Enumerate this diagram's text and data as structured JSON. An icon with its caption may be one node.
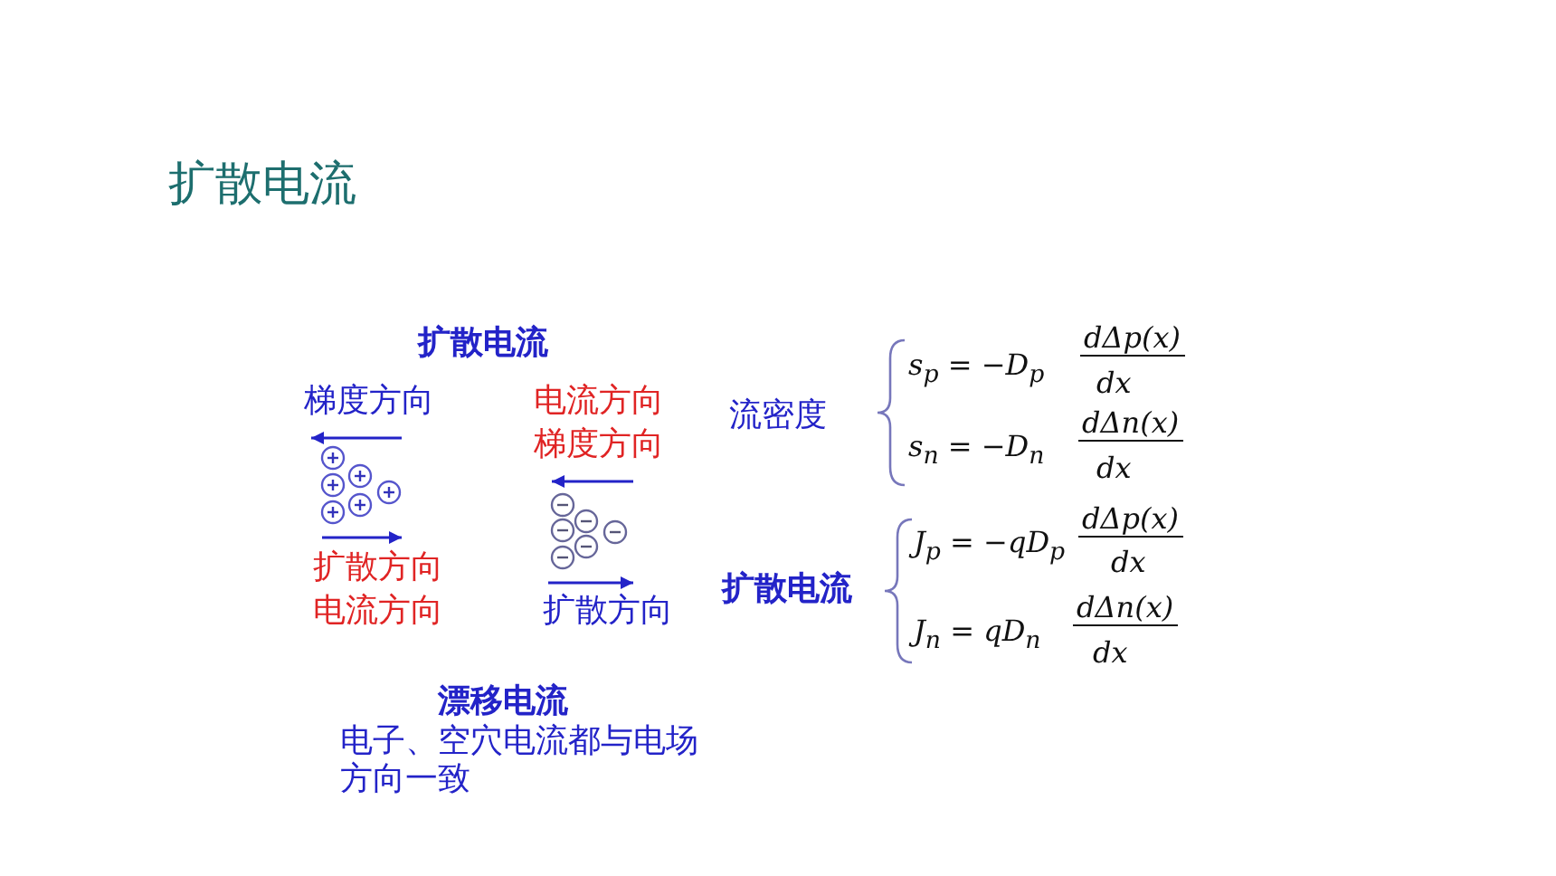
{
  "diagram": {
    "title": "扩散电流",
    "labels": [
      "扩散电流",
      "梯度方向",
      "电流方向",
      "梯度方向",
      "扩散方向",
      "电流方向",
      "扩散方向",
      "流密度",
      "s$_{p}$ = −D$_{p}$",
      "dΔp(x)",
      "dx",
      "s$_{n}$ = −D$_{n}$",
      "dΔn(x)",
      "dx",
      "扩散电流",
      "J$_{p}$ = −qD$_{p}$",
      "dΔp(x)",
      "dx",
      "J$_{n}$ = qD$_{n}$",
      "dΔn(x)",
      "dx",
      "漂移电流",
      "电子、空穴电流都与电场方向一致"
    ]
  }
}
